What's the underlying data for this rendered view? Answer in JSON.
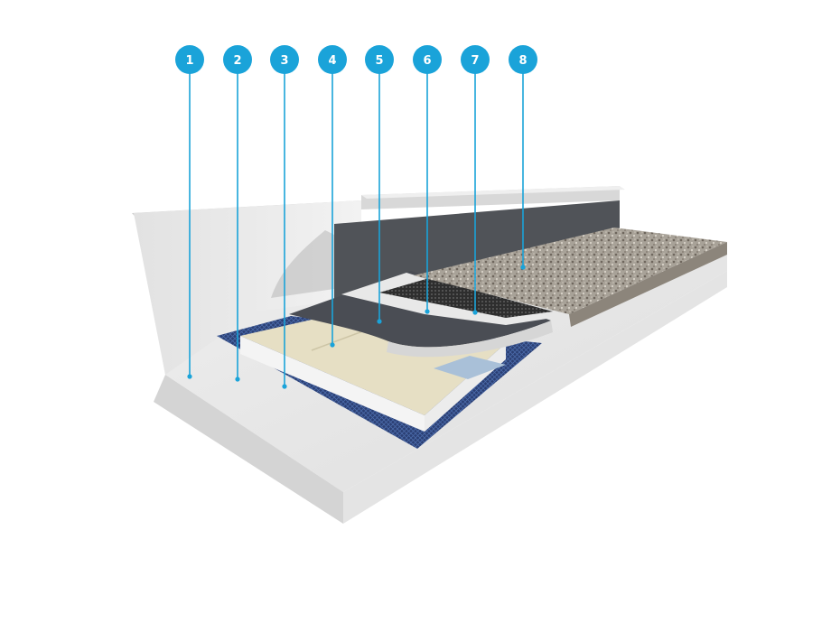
{
  "callouts": [
    {
      "number": "1",
      "layer": "concrete-deck"
    },
    {
      "number": "2",
      "layer": "vapour-barrier-membrane"
    },
    {
      "number": "3",
      "layer": "blue-base-membrane"
    },
    {
      "number": "4",
      "layer": "insulation-board"
    },
    {
      "number": "5",
      "layer": "grey-waterproofing-membrane"
    },
    {
      "number": "6",
      "layer": "separation-fleece"
    },
    {
      "number": "7",
      "layer": "drainage-mat"
    },
    {
      "number": "8",
      "layer": "gravel-ballast-layer"
    }
  ],
  "colors": {
    "callout": "#1aa3d9",
    "concrete": "#ebebeb",
    "membrane_blue": "#2d4f86",
    "insulation": "#e6dfc4",
    "membrane_grey": "#4a4d54",
    "gravel": "#a59e94",
    "flashing": "#d8d8d8"
  }
}
